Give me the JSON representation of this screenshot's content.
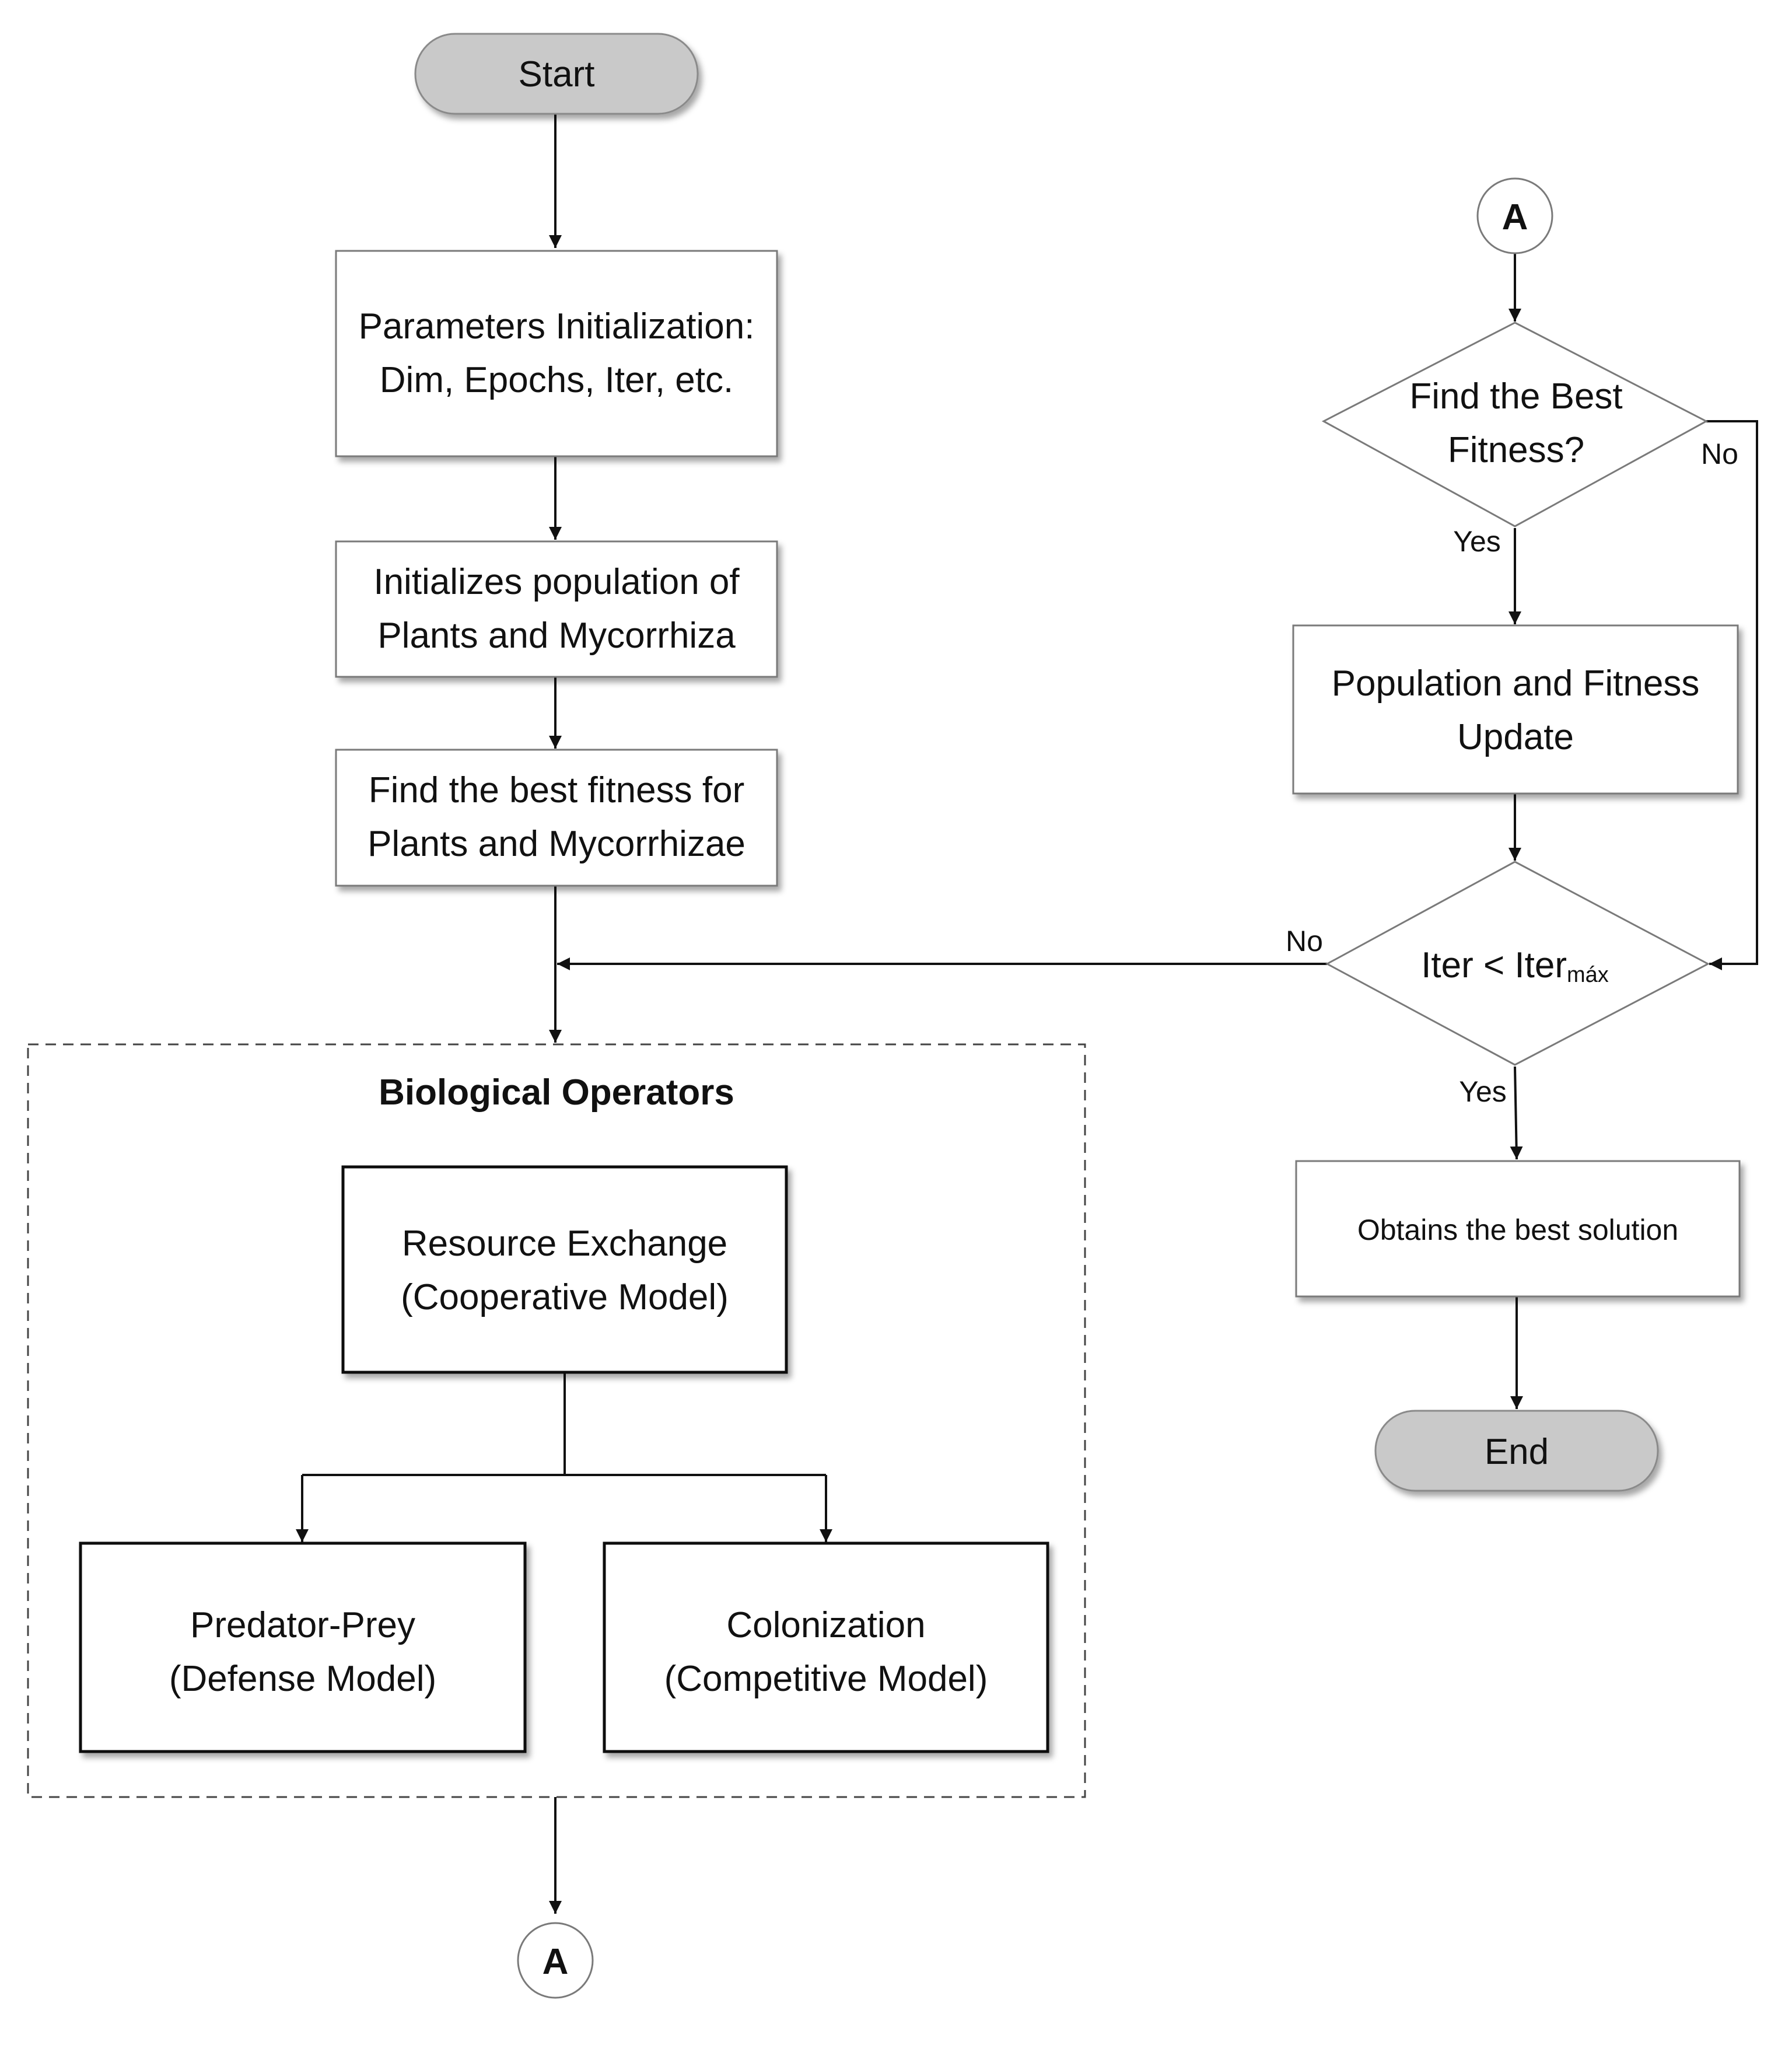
{
  "nodes": {
    "start": "Start",
    "params_line1": "Parameters Initialization:",
    "params_line2": "Dim, Epochs, Iter, etc.",
    "init_line1": "Initializes population of",
    "init_line2": "Plants and Mycorrhiza",
    "best_line1": "Find the best fitness for",
    "best_line2": "Plants and Mycorrhizae",
    "bio_title": "Biological Operators",
    "resource_line1": "Resource Exchange",
    "resource_line2": "(Cooperative Model)",
    "predator_line1": "Predator-Prey",
    "predator_line2": "(Defense Model)",
    "colonization_line1": "Colonization",
    "colonization_line2": "(Competitive Model)",
    "connector_bottom": "A",
    "connector_top": "A",
    "decision1_line1": "Find the Best",
    "decision1_line2": "Fitness?",
    "update_line1": "Population and Fitness",
    "update_line2": "Update",
    "decision2_main": "Iter < Iter",
    "decision2_sub": "máx",
    "obtain": "Obtains the best solution",
    "end": "End"
  },
  "edge_labels": {
    "d1_no": "No",
    "d1_yes": "Yes",
    "d2_no": "No",
    "d2_yes": "Yes"
  },
  "colors": {
    "terminal_fill": "#c9c9c9",
    "stroke": "#111111",
    "box_border": "#7a7a7a"
  }
}
